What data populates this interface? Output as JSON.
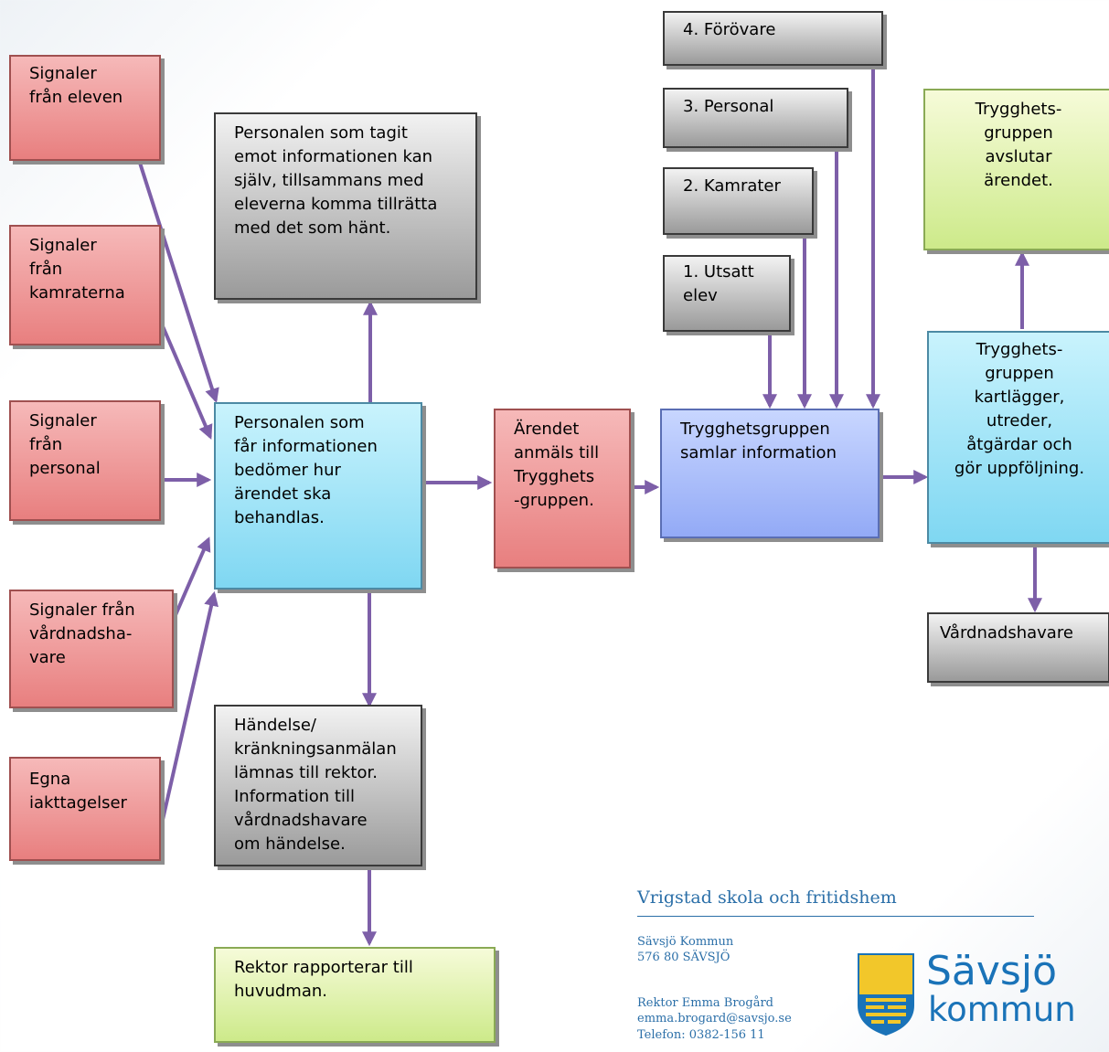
{
  "boxes": {
    "signal_eleven": "Signaler\nfrån eleven",
    "signal_kamraterna": "Signaler\nfrån\nkamraterna",
    "signal_personal": "Signaler\nfrån\npersonal",
    "signal_vardnadshavare": "Signaler från\nvårdnadsha-\nvare",
    "egna_iakttagelser": "Egna\niakttagelser",
    "personal_tagit_emot": "Personalen som tagit\nemot informationen kan\nsjälv, tillsammans med\neleverna komma tillrätta\nmed det som hänt.",
    "personal_bedomer": "Personalen som\nfår informationen\nbedömer hur\närendet ska\nbehandlas.",
    "handelse": "Händelse/\nkränkningsanmälan\nlämnas till rektor.\nInformation till\nvårdnadshavare\nom händelse.",
    "rektor_rapporterar": "Rektor rapporterar till\nhuvudman.",
    "arendet_anmals": "Ärendet\nanmäls till\nTrygghets\n-gruppen.",
    "forovare": "4. Förövare",
    "personal_3": "3. Personal",
    "kamrater_2": "2. Kamrater",
    "utsatt_elev": "1. Utsatt\nelev",
    "trygghetsgruppen_samlar": "Trygghetsgruppen\nsamlar information",
    "trygghetsgruppen_kartlagger": "Trygghets-\ngruppen\nkartlägger,\nutreder,\nåtgärdar och\ngör uppföljning.",
    "trygghetsgruppen_avslutar": "Trygghets-\ngruppen\navslutar\närendet.",
    "vardnadshavare": "Vårdnadshavare"
  },
  "footer": {
    "school": "Vrigstad skola och fritidshem",
    "address_line1": "Sävsjö Kommun",
    "address_line2": "576 80 SÄVSJÖ",
    "rektor": "Rektor Emma Brogård",
    "email": "emma.brogard@savsjo.se",
    "phone": "Telefon: 0382-156 11"
  },
  "logo": {
    "word1": "Sävsjö",
    "word2": "kommun"
  },
  "colors": {
    "arrow": "#7d5fa8",
    "red_box": "#ef9a9a",
    "blue_box": "#a6e6f8",
    "gray_box": "#bdbdbd",
    "green_box": "#e4f4b0",
    "lavender_box": "#aebff9",
    "footer_blue": "#2b6fa8"
  }
}
